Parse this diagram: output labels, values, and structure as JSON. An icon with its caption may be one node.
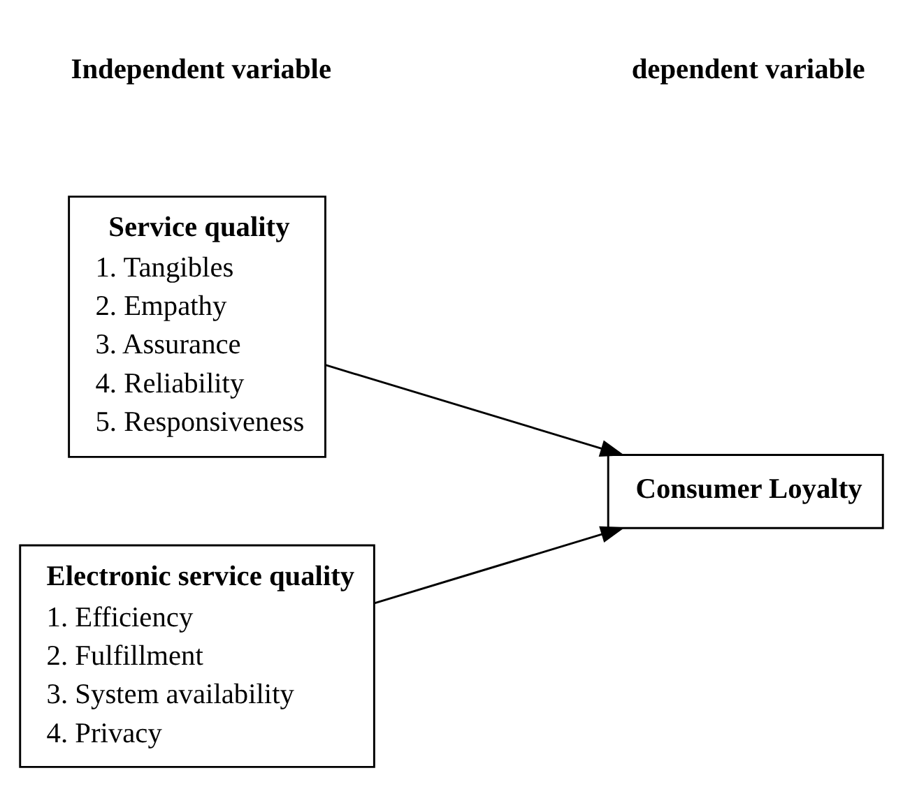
{
  "diagram": {
    "nodes": [
      {
        "text": [
          "Service quality",
          "1. Tangibles",
          "2. Empathy",
          "3. Assurance",
          "4. Reliability",
          "5. Responsiveness"
        ]
      },
      {
        "text": [
          "Electronic service quality",
          "1. Efficiency",
          "2. Fulfillment",
          "3. System availability",
          "4. Privacy"
        ]
      },
      {
        "text": [
          "Consumer Loyalty"
        ]
      }
    ],
    "edges": [
      {
        "from": 0,
        "to": 2,
        "arrow": "to"
      },
      {
        "from": 1,
        "to": 2,
        "arrow": "to"
      }
    ],
    "labels": [
      "Independent variable",
      "dependent variable"
    ]
  }
}
